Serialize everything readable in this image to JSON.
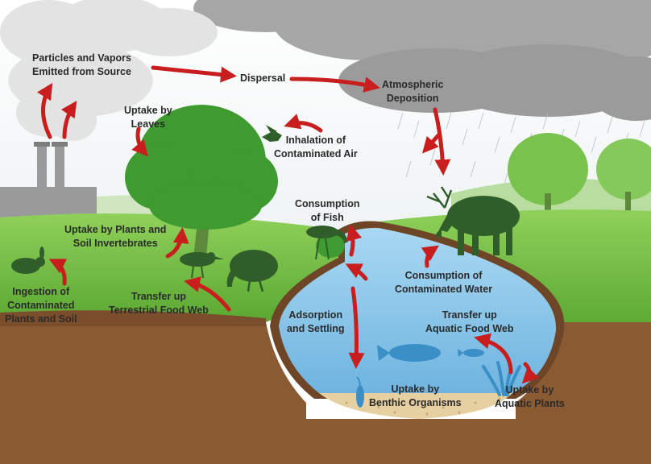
{
  "labels": {
    "particles": [
      "Particles and Vapors",
      "Emitted from Source"
    ],
    "dispersal": [
      "Dispersal"
    ],
    "atmospheric": [
      "Atmospheric",
      "Deposition"
    ],
    "uptake_leaves": [
      "Uptake by",
      "Leaves"
    ],
    "inhalation": [
      "Inhalation of",
      "Contaminated Air"
    ],
    "consumption_fish": [
      "Consumption",
      "of Fish"
    ],
    "uptake_plants_soil": [
      "Uptake by Plants and",
      "Soil Invertebrates"
    ],
    "ingestion": [
      "Ingestion of",
      "Contaminated",
      "Plants and Soil"
    ],
    "transfer_terrestrial": [
      "Transfer up",
      "Terrestrial Food Web"
    ],
    "consumption_water": [
      "Consumption of",
      "Contaminated Water"
    ],
    "adsorption": [
      "Adsorption",
      "and Settling"
    ],
    "transfer_aquatic": [
      "Transfer up",
      "Aquatic Food Web"
    ],
    "uptake_benthic": [
      "Uptake by",
      "Benthic Organisms"
    ],
    "uptake_aquatic_plants": [
      "Uptake by",
      "Aquatic Plants"
    ]
  },
  "colors": {
    "arrow": "#c81e1e",
    "grass": "#6cbf3a",
    "tree": "#3f9a2f",
    "animal": "#2f5e2a",
    "water": "#8cc8ea",
    "fish": "#3a8fc7",
    "soil": "#8a5a33",
    "sediment": "#e6cfa0",
    "cloud": "#a8a8a8",
    "smoke": "#e4e4e4",
    "factory": "#9a9a9a"
  }
}
